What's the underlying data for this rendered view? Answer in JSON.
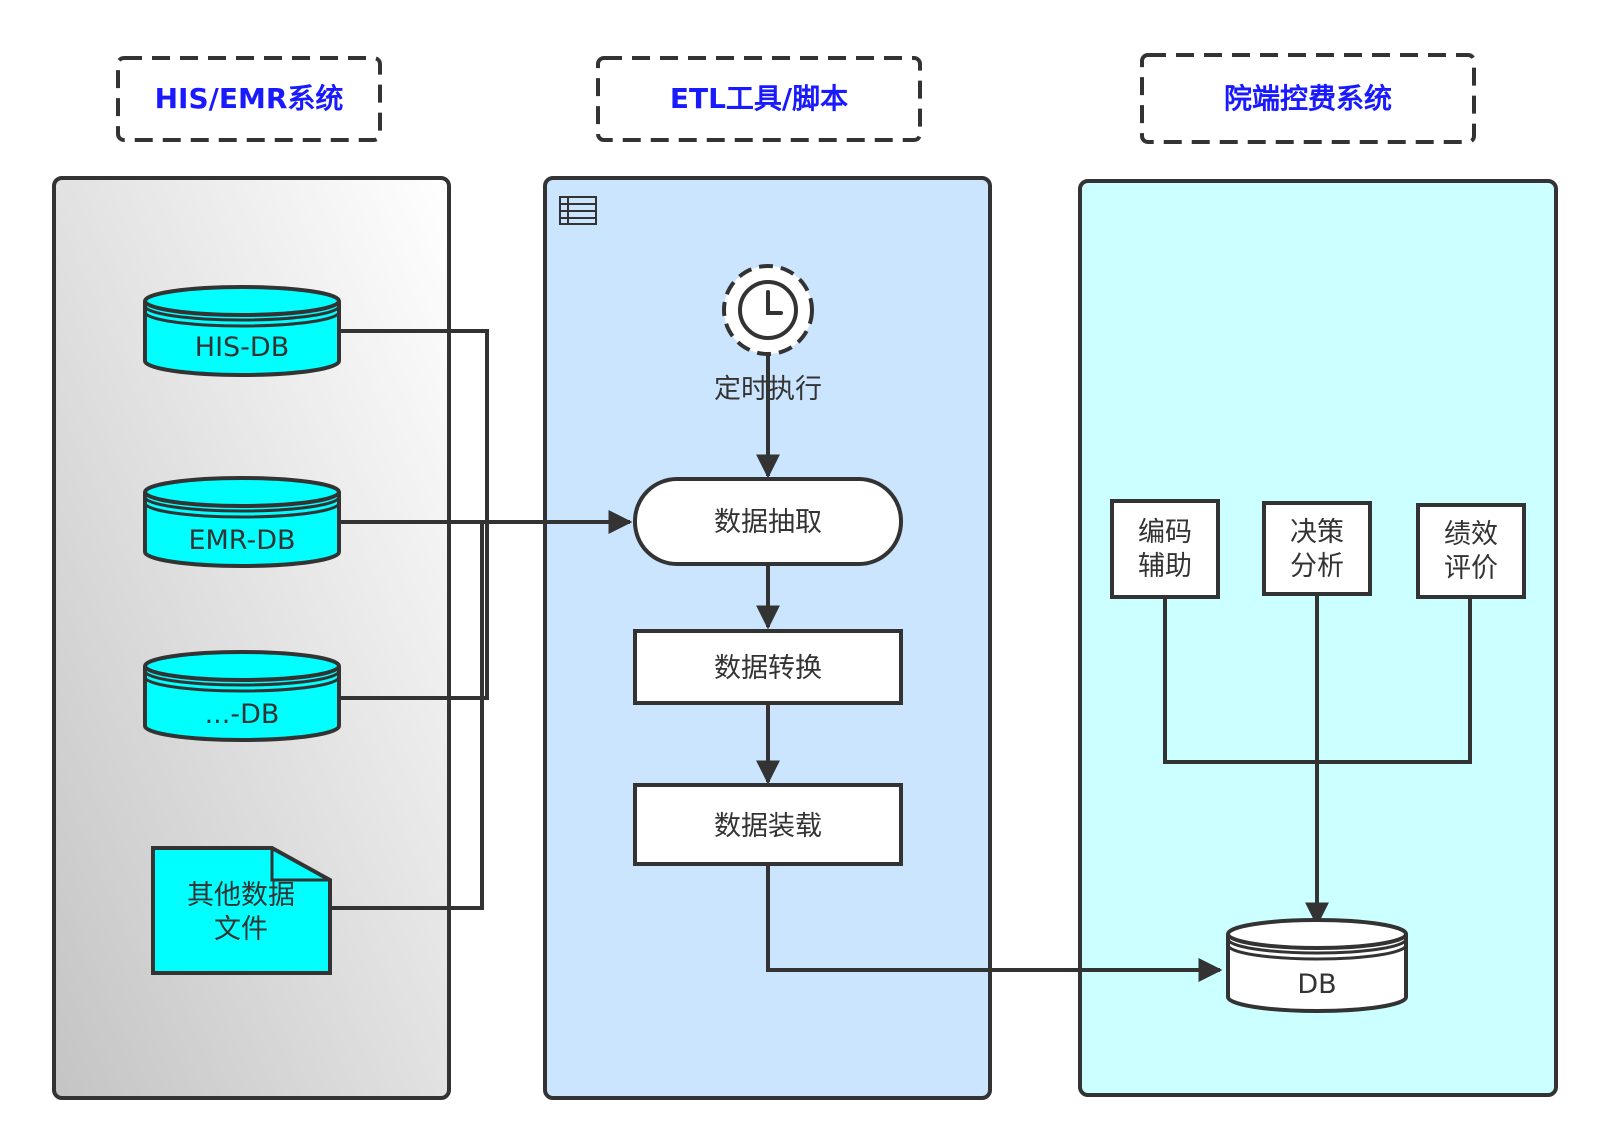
{
  "colors": {
    "header_text": "#1a1aff",
    "cyan_fill": "#00ffff",
    "etl_panel": "#cce5ff",
    "right_panel": "#ccffff",
    "stroke": "#333333"
  },
  "headers": {
    "his": "HIS/EMR系统",
    "etl": "ETL工具/脚本",
    "hospital": "院端控费系统"
  },
  "sources": {
    "his_db": "HIS-DB",
    "emr_db": "EMR-DB",
    "other_db": "...-DB",
    "other_file_line1": "其他数据",
    "other_file_line2": "文件"
  },
  "etl": {
    "table_icon": "table-icon",
    "clock_icon": "clock-icon",
    "schedule_label": "定时执行",
    "extract": "数据抽取",
    "transform": "数据转换",
    "load": "数据装载"
  },
  "hospital": {
    "module1_line1": "编码",
    "module1_line2": "辅助",
    "module2_line1": "决策",
    "module2_line2": "分析",
    "module3_line1": "绩效",
    "module3_line2": "评价",
    "db": "DB"
  }
}
